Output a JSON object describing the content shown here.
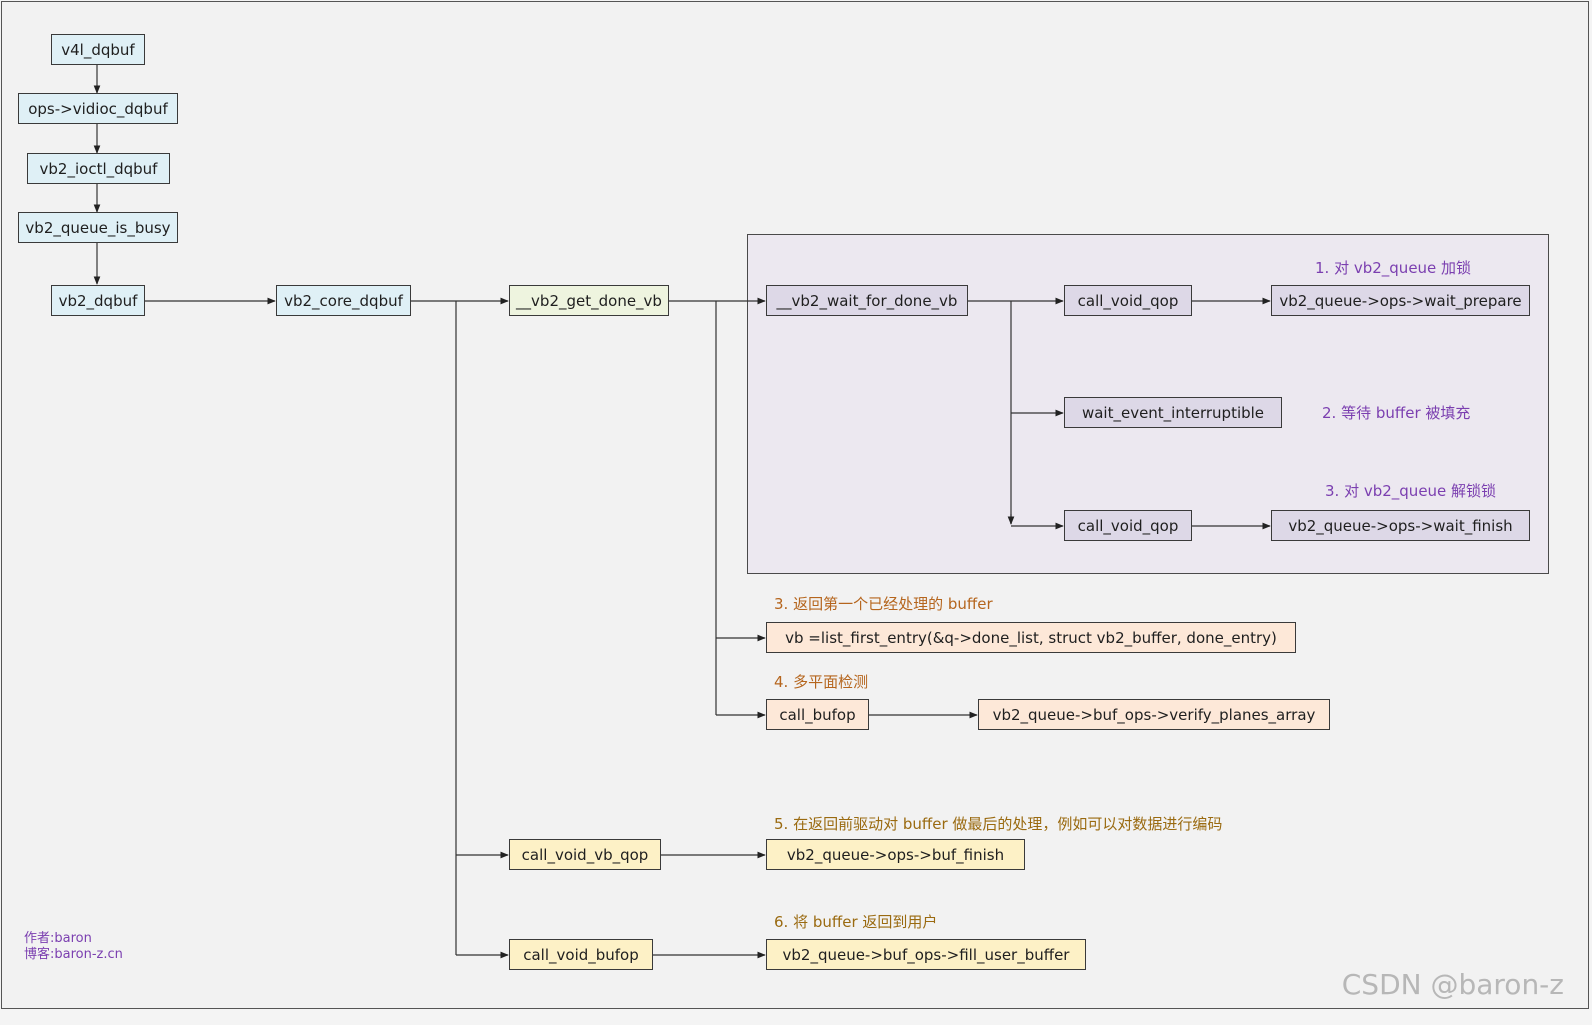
{
  "nodes": {
    "v4l_dqbuf": "v4l_dqbuf",
    "vidioc_dqbuf": "ops->vidioc_dqbuf",
    "vb2_ioctl_dqbuf": "vb2_ioctl_dqbuf",
    "vb2_queue_is_busy": "vb2_queue_is_busy",
    "vb2_dqbuf": "vb2_dqbuf",
    "vb2_core_dqbuf": "vb2_core_dqbuf",
    "get_done_vb": "__vb2_get_done_vb",
    "wait_for_done_vb": "__vb2_wait_for_done_vb",
    "call_void_qop_1": "call_void_qop",
    "wait_prepare": "vb2_queue->ops->wait_prepare",
    "wait_event_interruptible": "wait_event_interruptible",
    "call_void_qop_2": "call_void_qop",
    "wait_finish": "vb2_queue->ops->wait_finish",
    "list_first_entry": "vb =list_first_entry(&q->done_list, struct vb2_buffer, done_entry)",
    "call_bufop": "call_bufop",
    "verify_planes_array": "vb2_queue->buf_ops->verify_planes_array",
    "call_void_vb_qop": "call_void_vb_qop",
    "buf_finish": "vb2_queue->ops->buf_finish",
    "call_void_bufop": "call_void_bufop",
    "fill_user_buffer": "vb2_queue->buf_ops->fill_user_buffer"
  },
  "notes": {
    "n1": "1. 对 vb2_queue 加锁",
    "n2": "2. 等待 buffer 被填充",
    "n3a": "3. 对 vb2_queue 解锁锁",
    "n3b": "3. 返回第一个已经处理的 buffer",
    "n4": "4. 多平面检测",
    "n5": "5. 在返回前驱动对 buffer 做最后的处理，例如可以对数据进行编码",
    "n6": "6. 将 buffer 返回到用户"
  },
  "author": {
    "line1": "作者:baron",
    "line2": "博客:baron-z.cn"
  },
  "watermark": "CSDN @baron-z",
  "colors": {
    "blue": "#dff0f6",
    "green": "#eef4df",
    "purple": "#ddd8e7",
    "peach": "#fde8d8",
    "yellow": "#fdf1c6",
    "note_purple": "#7b3fb0",
    "note_orange": "#b5651d",
    "note_gold": "#9a6a10"
  }
}
